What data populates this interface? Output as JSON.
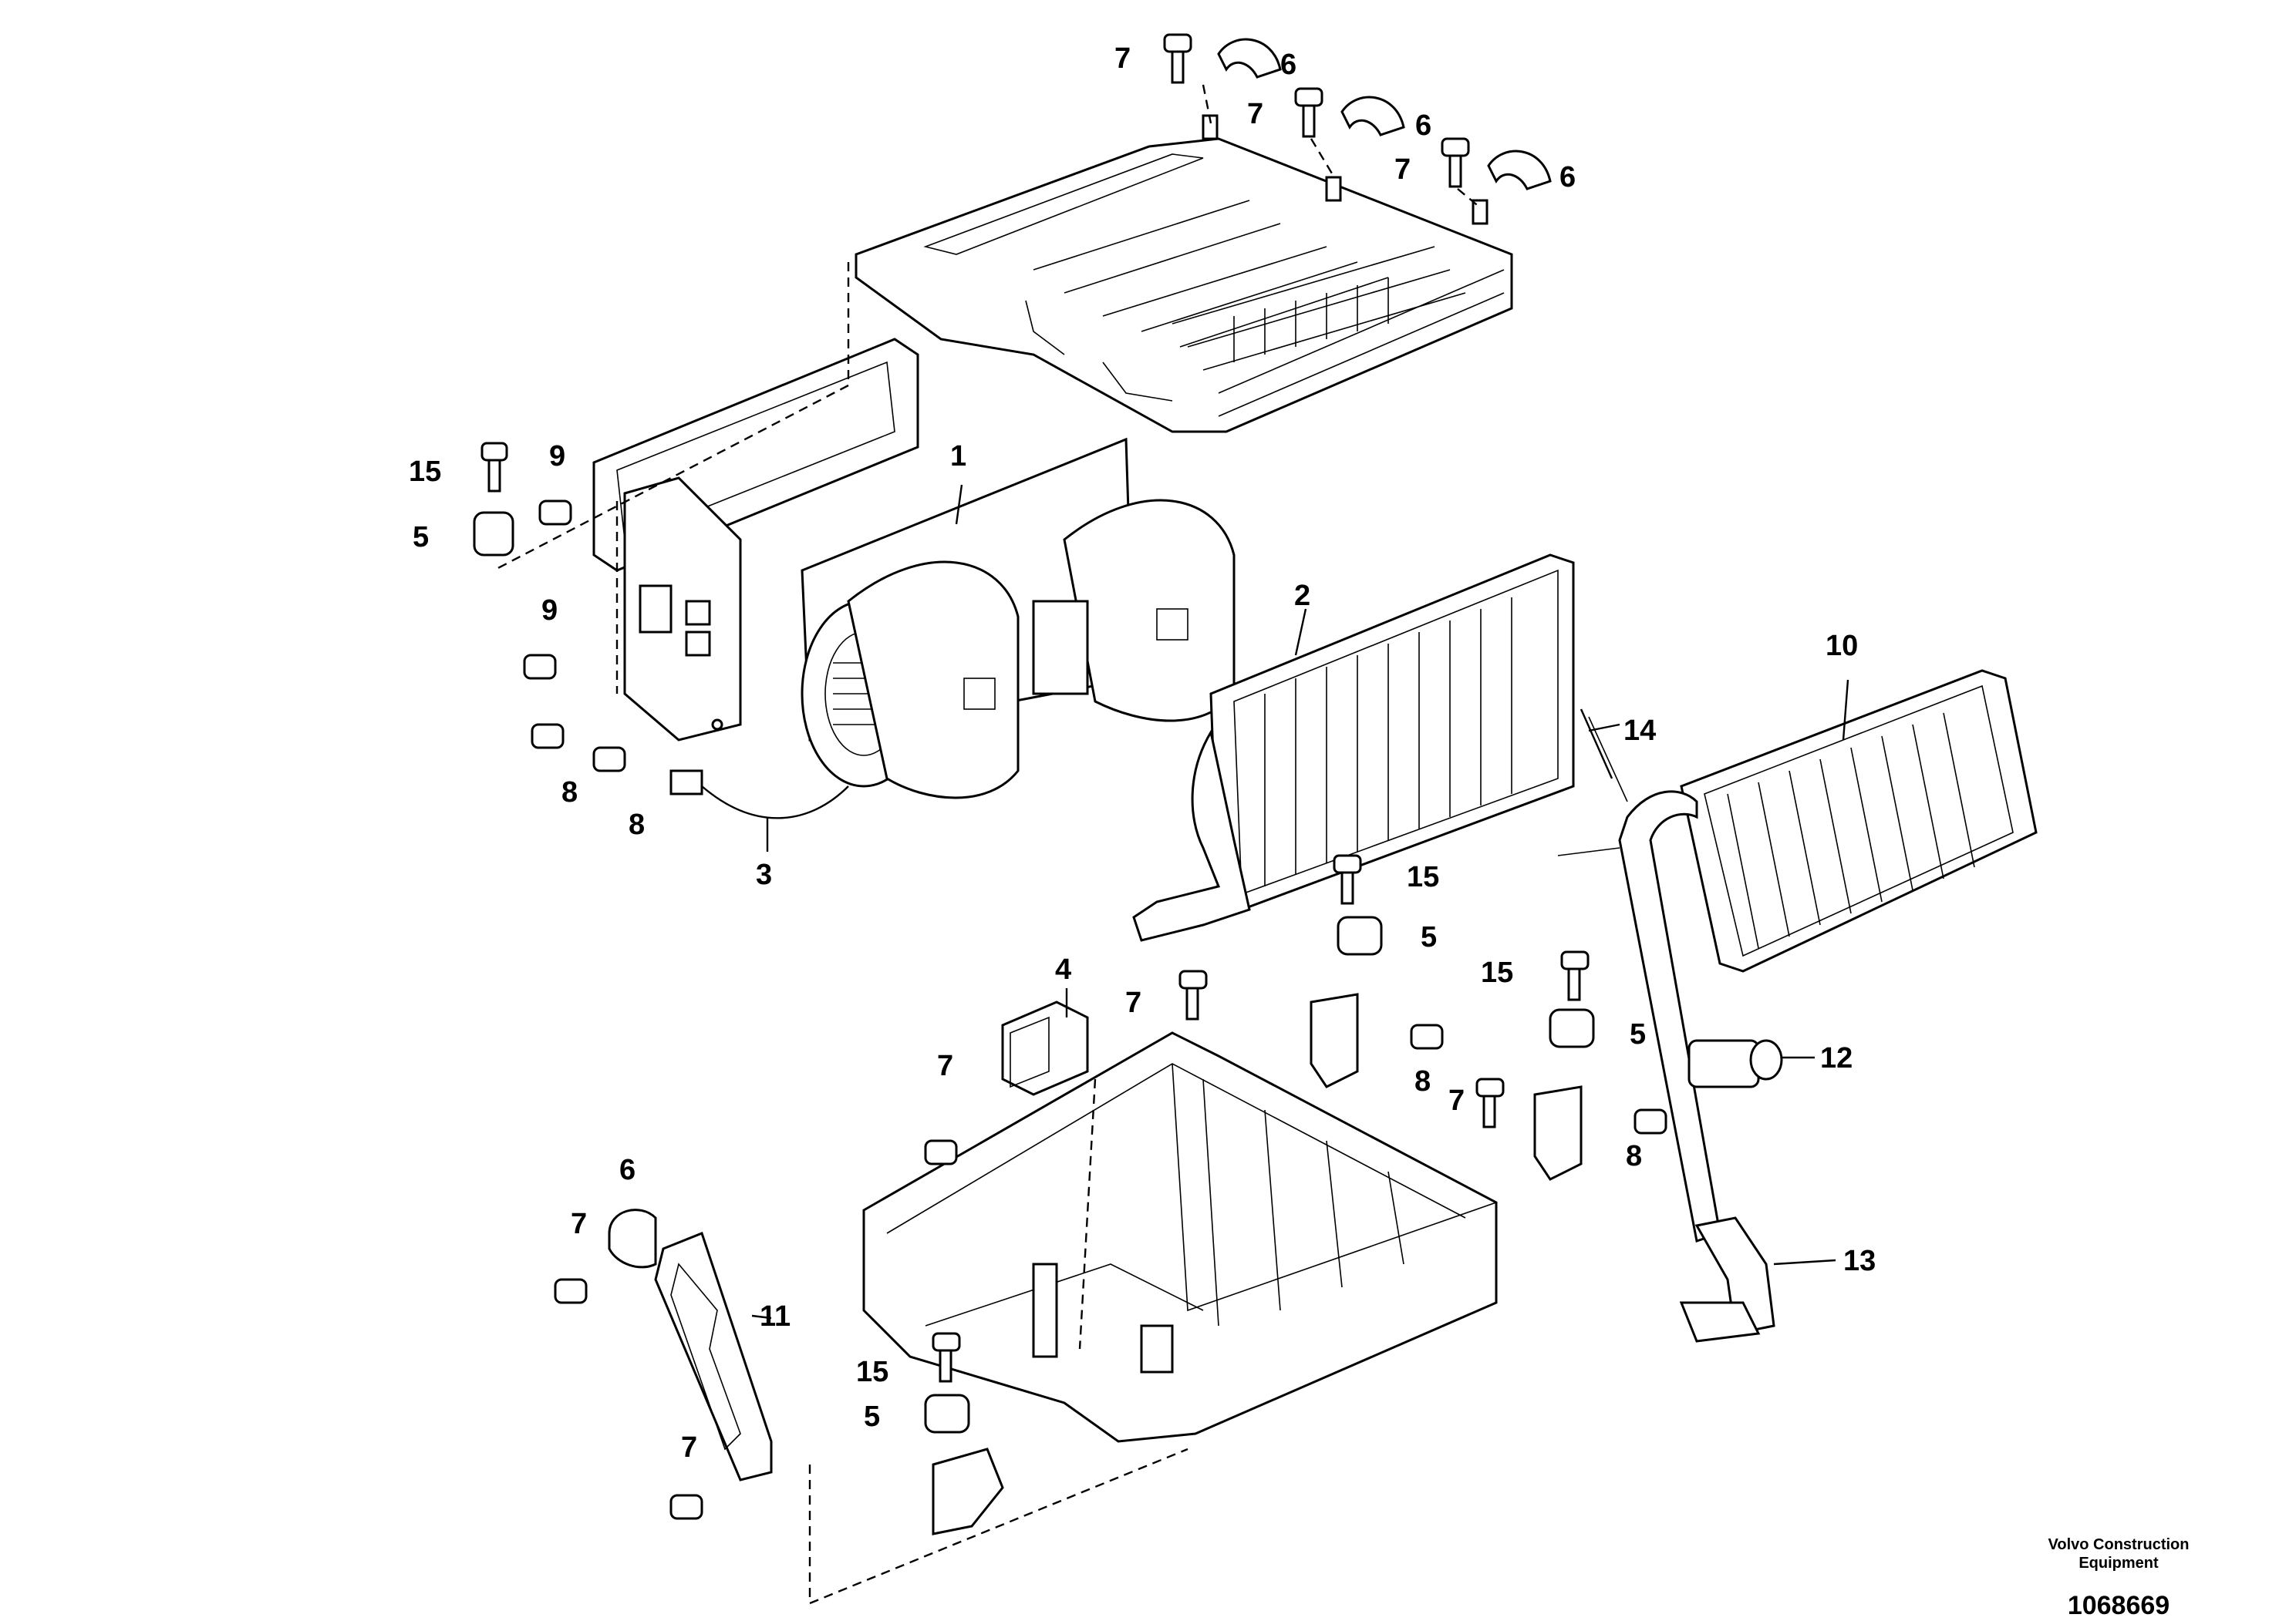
{
  "callouts": {
    "c1": "1",
    "c2": "2",
    "c3": "3",
    "c4": "4",
    "c5": "5",
    "c6": "6",
    "c7": "7",
    "c8": "8",
    "c9": "9",
    "c10": "10",
    "c11": "11",
    "c12": "12",
    "c13": "13",
    "c14": "14",
    "c15": "15"
  },
  "footer": {
    "brand_line1": "Volvo Construction",
    "brand_line2": "Equipment",
    "document_number": "1068669"
  }
}
